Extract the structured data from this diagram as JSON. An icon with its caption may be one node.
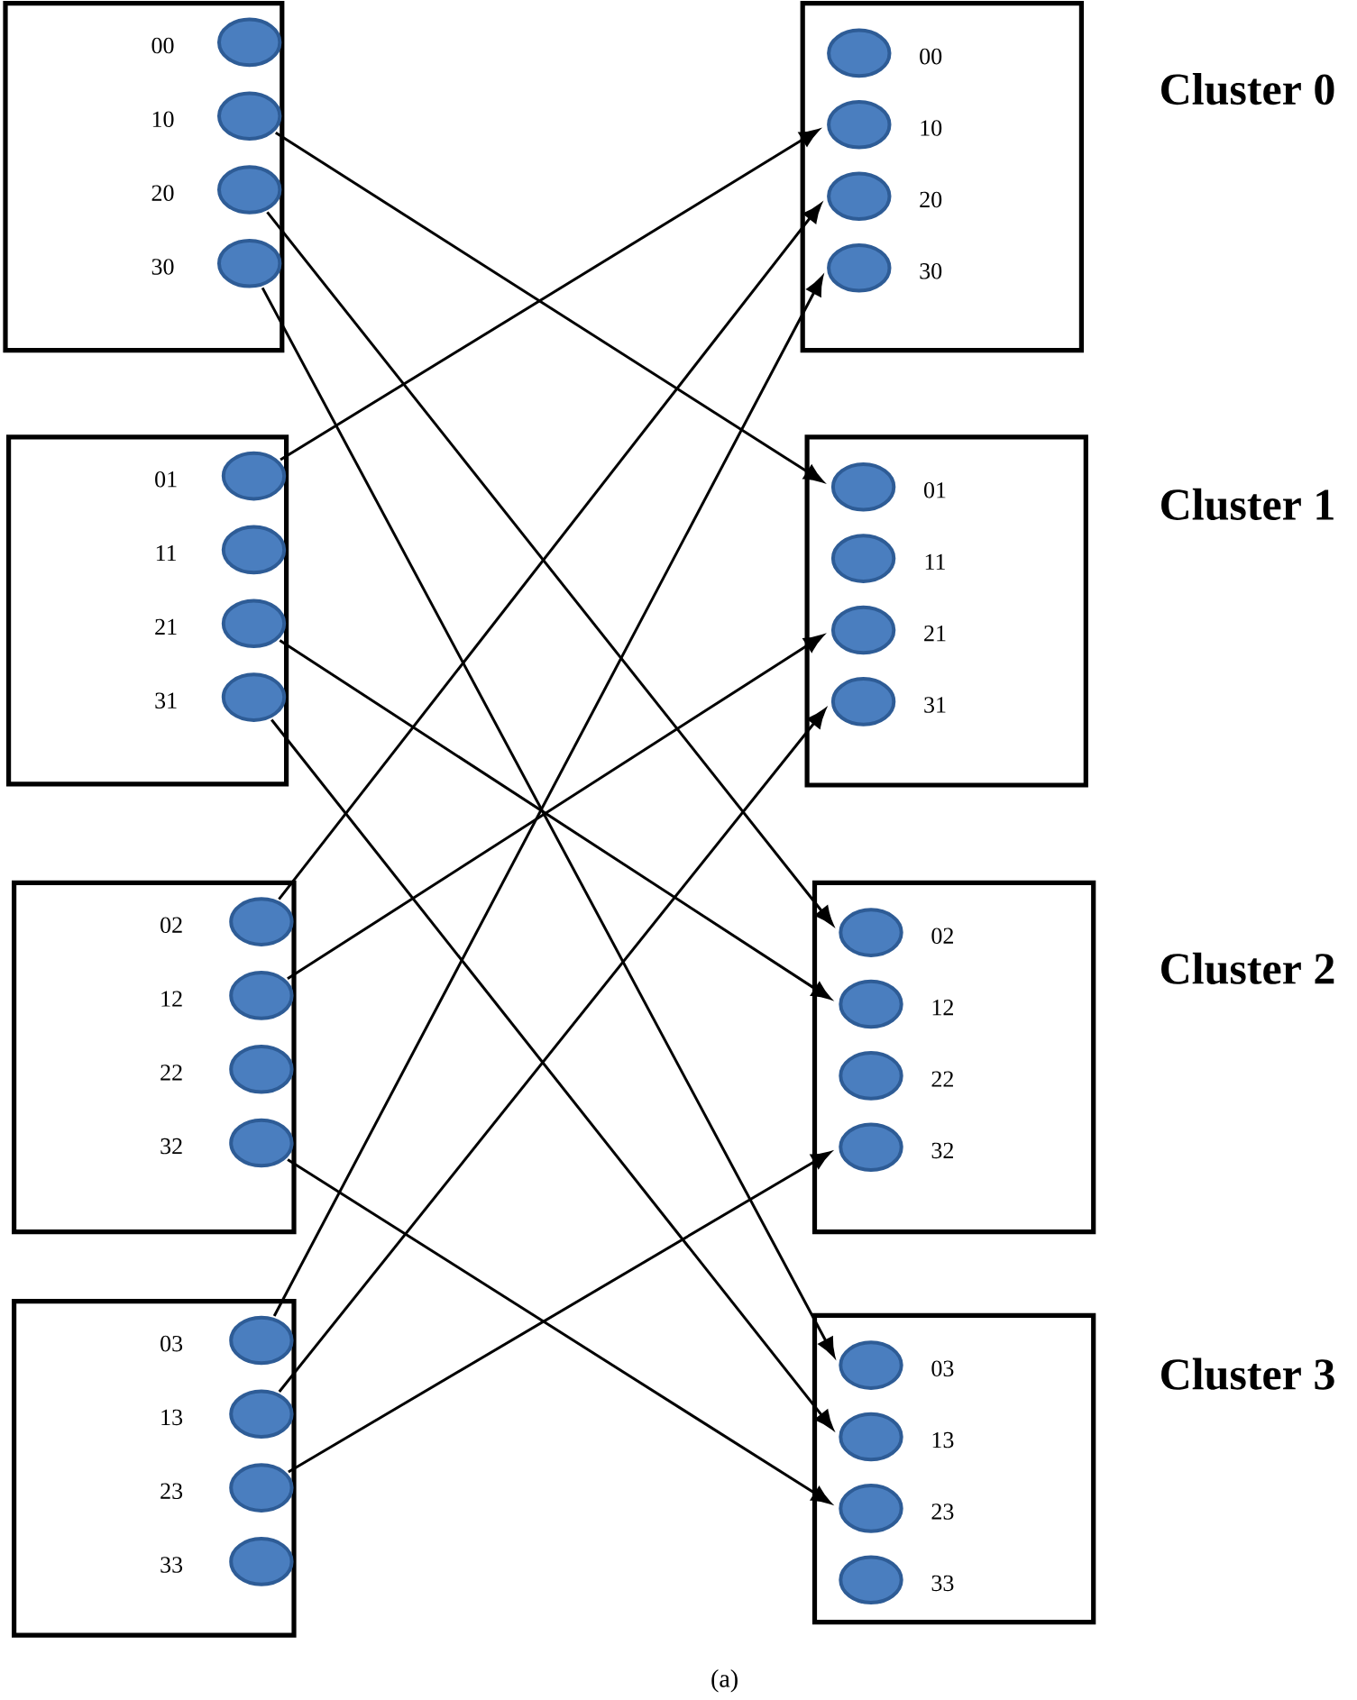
{
  "diagram": {
    "caption": "(a)",
    "nodes": [
      {
        "text": [],
        "shape": "box"
      },
      {
        "text": [],
        "shape": "circle",
        "in": 0,
        "beside": [
          "00"
        ]
      },
      {
        "text": [],
        "shape": "circle",
        "in": 0,
        "beside": [
          "10"
        ]
      },
      {
        "text": [],
        "shape": "circle",
        "in": 0,
        "beside": [
          "20"
        ]
      },
      {
        "text": [],
        "shape": "circle",
        "in": 0,
        "beside": [
          "30"
        ]
      },
      {
        "text": [],
        "shape": "box"
      },
      {
        "text": [],
        "shape": "circle",
        "in": 5,
        "beside": [
          "00"
        ]
      },
      {
        "text": [],
        "shape": "circle",
        "in": 5,
        "beside": [
          "10"
        ]
      },
      {
        "text": [],
        "shape": "circle",
        "in": 5,
        "beside": [
          "20"
        ]
      },
      {
        "text": [],
        "shape": "circle",
        "in": 5,
        "beside": [
          "30"
        ]
      },
      {
        "text": [],
        "shape": "box"
      },
      {
        "text": [],
        "shape": "circle",
        "in": 10,
        "beside": [
          "01"
        ]
      },
      {
        "text": [],
        "shape": "circle",
        "in": 10,
        "beside": [
          "11"
        ]
      },
      {
        "text": [],
        "shape": "circle",
        "in": 10,
        "beside": [
          "21"
        ]
      },
      {
        "text": [],
        "shape": "circle",
        "in": 10,
        "beside": [
          "31"
        ]
      },
      {
        "text": [],
        "shape": "box"
      },
      {
        "text": [],
        "shape": "circle",
        "in": 15,
        "beside": [
          "01"
        ]
      },
      {
        "text": [],
        "shape": "circle",
        "in": 15,
        "beside": [
          "11"
        ]
      },
      {
        "text": [],
        "shape": "circle",
        "in": 15,
        "beside": [
          "21"
        ]
      },
      {
        "text": [],
        "shape": "circle",
        "in": 15,
        "beside": [
          "31"
        ]
      },
      {
        "text": [],
        "shape": "box"
      },
      {
        "text": [],
        "shape": "circle",
        "in": 20,
        "beside": [
          "02"
        ]
      },
      {
        "text": [],
        "shape": "circle",
        "in": 20,
        "beside": [
          "12"
        ]
      },
      {
        "text": [],
        "shape": "circle",
        "in": 20,
        "beside": [
          "22"
        ]
      },
      {
        "text": [],
        "shape": "circle",
        "in": 20,
        "beside": [
          "32"
        ]
      },
      {
        "text": [],
        "shape": "box"
      },
      {
        "text": [],
        "shape": "circle",
        "in": 25,
        "beside": [
          "02"
        ]
      },
      {
        "text": [],
        "shape": "circle",
        "in": 25,
        "beside": [
          "12"
        ]
      },
      {
        "text": [],
        "shape": "circle",
        "in": 25,
        "beside": [
          "22"
        ]
      },
      {
        "text": [],
        "shape": "circle",
        "in": 25,
        "beside": [
          "32"
        ]
      },
      {
        "text": [],
        "shape": "box"
      },
      {
        "text": [],
        "shape": "circle",
        "in": 30,
        "beside": [
          "03"
        ]
      },
      {
        "text": [],
        "shape": "circle",
        "in": 30,
        "beside": [
          "13"
        ]
      },
      {
        "text": [],
        "shape": "circle",
        "in": 30,
        "beside": [
          "23"
        ]
      },
      {
        "text": [],
        "shape": "circle",
        "in": 30,
        "beside": [
          "33"
        ]
      },
      {
        "text": [],
        "shape": "box"
      },
      {
        "text": [],
        "shape": "circle",
        "in": 35,
        "beside": [
          "03"
        ]
      },
      {
        "text": [],
        "shape": "circle",
        "in": 35,
        "beside": [
          "13"
        ]
      },
      {
        "text": [],
        "shape": "circle",
        "in": 35,
        "beside": [
          "23"
        ]
      },
      {
        "text": [],
        "shape": "circle",
        "in": 35,
        "beside": [
          "33"
        ]
      }
    ],
    "edges": [
      {
        "from": 2,
        "to": 16,
        "arrow": "to"
      },
      {
        "from": 3,
        "to": 26,
        "arrow": "to"
      },
      {
        "from": 4,
        "to": 36,
        "arrow": "to"
      },
      {
        "from": 11,
        "to": 7,
        "arrow": "to"
      },
      {
        "from": 13,
        "to": 27,
        "arrow": "to"
      },
      {
        "from": 14,
        "to": 37,
        "arrow": "to"
      },
      {
        "from": 21,
        "to": 8,
        "arrow": "to"
      },
      {
        "from": 22,
        "to": 18,
        "arrow": "to"
      },
      {
        "from": 24,
        "to": 38,
        "arrow": "to"
      },
      {
        "from": 31,
        "to": 9,
        "arrow": "to"
      },
      {
        "from": 32,
        "to": 19,
        "arrow": "to"
      },
      {
        "from": 33,
        "to": 29,
        "arrow": "to"
      }
    ],
    "labels": [
      "Cluster 0",
      "Cluster 1",
      "Cluster 2",
      "Cluster 3"
    ]
  }
}
